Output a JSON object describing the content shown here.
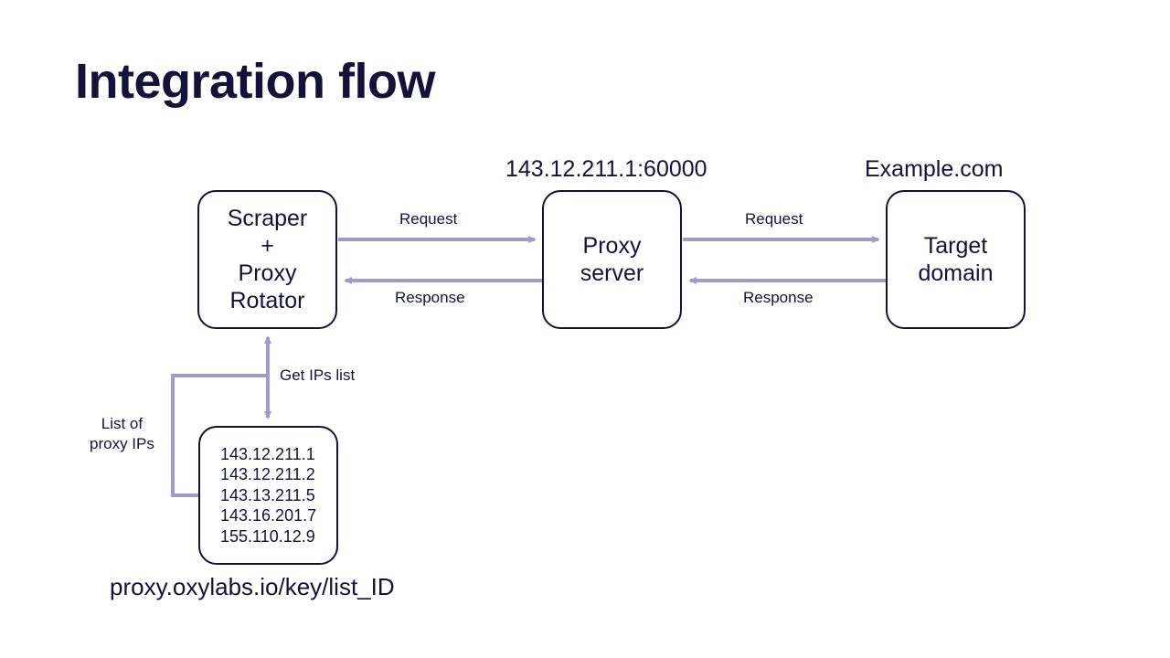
{
  "title": "Integration flow",
  "diagram": {
    "nodes": {
      "scraper": {
        "lines": [
          "Scraper",
          "+",
          "Proxy",
          "Rotator"
        ]
      },
      "proxy_server": {
        "lines": [
          "Proxy",
          "server"
        ],
        "address": "143.12.211.1:60000"
      },
      "target": {
        "lines": [
          "Target",
          "domain"
        ],
        "address": "Example.com"
      },
      "ip_list": {
        "ips": [
          "143.12.211.1",
          "143.12.211.2",
          "143.13.211.5",
          "143.16.201.7",
          "155.110.12.9"
        ],
        "url": "proxy.oxylabs.io/key/list_ID"
      }
    },
    "edges": {
      "scraper_to_proxy_request": "Request",
      "proxy_to_scraper_response": "Response",
      "proxy_to_target_request": "Request",
      "target_to_proxy_response": "Response",
      "get_ips": "Get IPs list",
      "list_of_proxy_ips": [
        "List of",
        "proxy IPs"
      ]
    },
    "colors": {
      "text": "#14113a",
      "arrow": "#9e9ccf"
    }
  }
}
